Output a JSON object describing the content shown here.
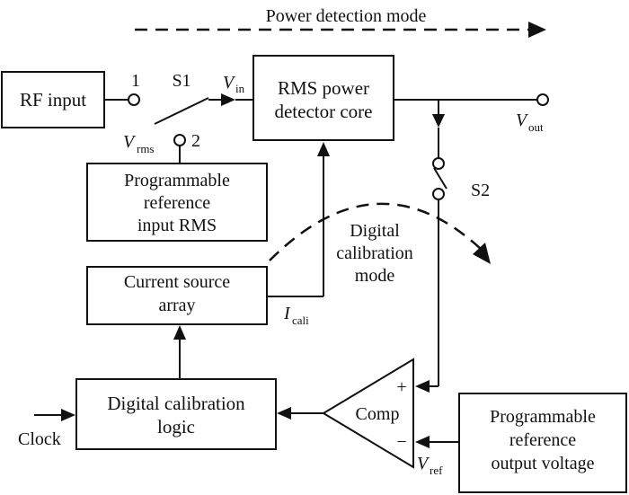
{
  "modes": {
    "power_detection": "Power detection mode",
    "digital_calibration": [
      "Digital",
      "calibration",
      "mode"
    ]
  },
  "blocks": {
    "rf_input": "RF input",
    "rms_core": [
      "RMS power",
      "detector core"
    ],
    "prog_ref_input": [
      "Programmable",
      "reference",
      "input RMS"
    ],
    "current_source": [
      "Current source",
      "array"
    ],
    "digital_logic": [
      "Digital calibration",
      "logic"
    ],
    "comparator": "Comp",
    "prog_ref_output": [
      "Programmable",
      "reference",
      "output voltage"
    ]
  },
  "labels": {
    "terminal_1": "1",
    "terminal_2": "2",
    "s1": "S1",
    "s2": "S2",
    "vin": {
      "main": "V",
      "sub": "in"
    },
    "vrms": {
      "main": "V",
      "sub": "rms"
    },
    "vout": {
      "main": "V",
      "sub": "out"
    },
    "ical": {
      "main": "I",
      "sub": "cali"
    },
    "vref": {
      "main": "V",
      "sub": "ref"
    },
    "clock": "Clock",
    "plus": "+",
    "minus": "−"
  }
}
